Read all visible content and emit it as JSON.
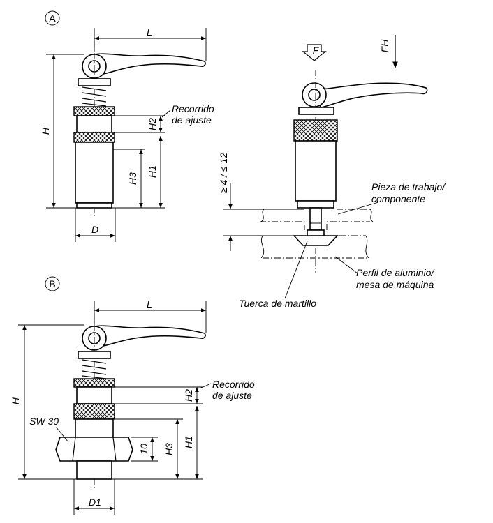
{
  "labels": {
    "variant_a": "A",
    "variant_b": "B",
    "L_a": "L",
    "H_a": "H",
    "H1_a": "H1",
    "H2_a": "H2",
    "H3_a": "H3",
    "D": "D",
    "recorrido_line1_a": "Recorrido",
    "recorrido_line2_a": "de ajuste",
    "F": "F",
    "FH": "FH",
    "range": "≥ 4 / ≤ 12",
    "pieza_line1": "Pieza de trabajo/",
    "pieza_line2": "componente",
    "perfil_line1": "Perfil de aluminio/",
    "perfil_line2": "mesa de máquina",
    "tuerca": "Tuerca de martillo",
    "L_b": "L",
    "H_b": "H",
    "H1_b": "H1",
    "H2_b": "H2",
    "H3_b": "H3",
    "D1": "D1",
    "SW": "SW 30",
    "ten": "10",
    "recorrido_line1_b": "Recorrido",
    "recorrido_line2_b": "de ajuste"
  }
}
